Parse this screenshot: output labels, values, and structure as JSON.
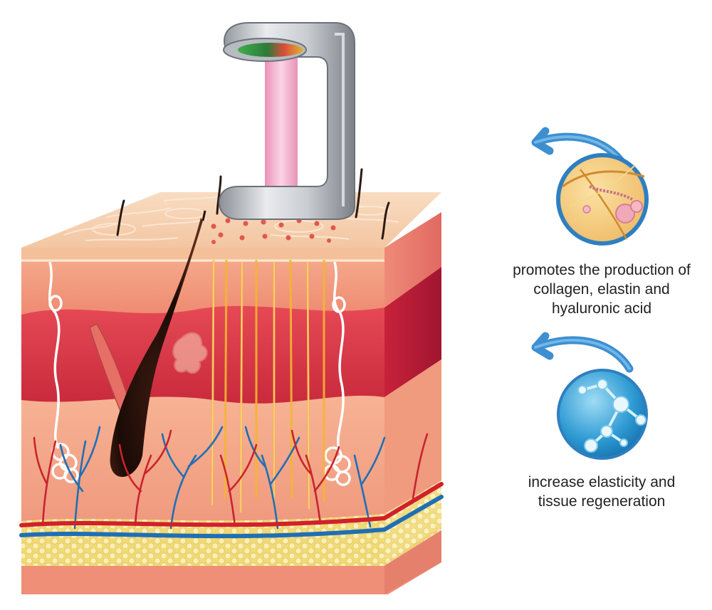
{
  "captions": [
    {
      "lines": [
        "promotes the production of",
        "collagen, elastin and",
        "hyaluronic acid"
      ]
    },
    {
      "lines": [
        "increase elasticity and",
        "tissue regeneration"
      ]
    }
  ],
  "icons": [
    "laser-handpiece-icon",
    "collagen-fiber-icon",
    "molecule-icon",
    "curved-arrow-icon",
    "hair-follicle-icon",
    "sweat-gland-icon",
    "blood-vessel-icon",
    "fat-cell-icon"
  ],
  "colors": {
    "arrow": "#3d8fd0",
    "laser_beam": "#f2a6c6",
    "energy_lines": "#f5b531",
    "dermis_red": "#d93a49",
    "epidermis": "#f7cfae",
    "fat": "#f6e59b",
    "artery": "#d2202d",
    "vein": "#1f6fb5",
    "collagen_circle": "#f3cf7a",
    "molecule_circle": "#1c88c8"
  }
}
